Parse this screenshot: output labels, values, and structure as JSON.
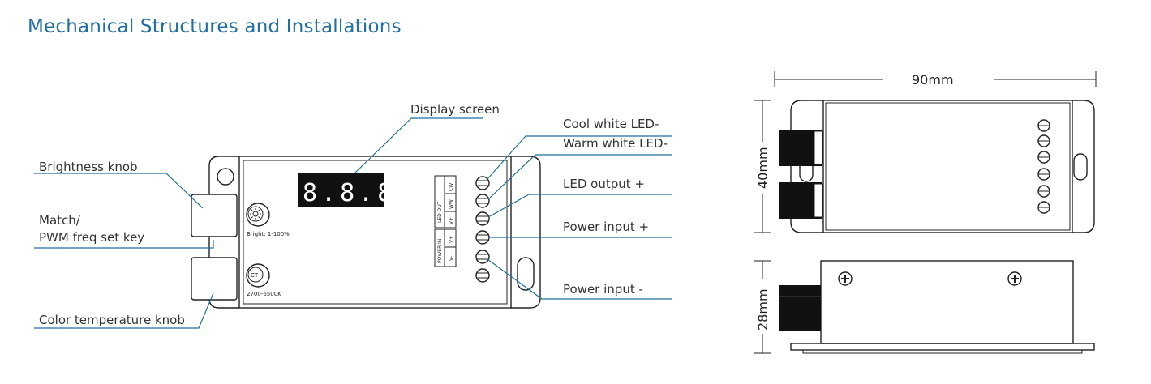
{
  "title": "Mechanical Structures and Installations",
  "callouts": {
    "display_screen": "Display screen",
    "brightness_knob": "Brightness knob",
    "match_key_line1": "Match/",
    "match_key_line2": "PWM freq set key",
    "color_temperature_knob": "Color temperature knob",
    "cool_white": "Cool white LED-",
    "warm_white": "Warm white LED-",
    "led_output": "LED output +",
    "power_input_plus": "Power input +",
    "power_input_minus": "Power input -"
  },
  "device": {
    "display_digits": "8.8.8.",
    "bright_label": "Bright: 1-100%",
    "ct_button": "CT",
    "ct_range": "2700-6500K",
    "led_out_label": "LED OUT",
    "power_in_label": "POWER IN",
    "cw": "CW",
    "ww": "WW",
    "vplus_led": "V+",
    "vplus_power": "V+",
    "vminus": "V-"
  },
  "dimensions": {
    "width": "90mm",
    "height": "40mm",
    "depth": "28mm"
  },
  "colors": {
    "accent": "#1f6fa0",
    "outline": "#222222"
  }
}
